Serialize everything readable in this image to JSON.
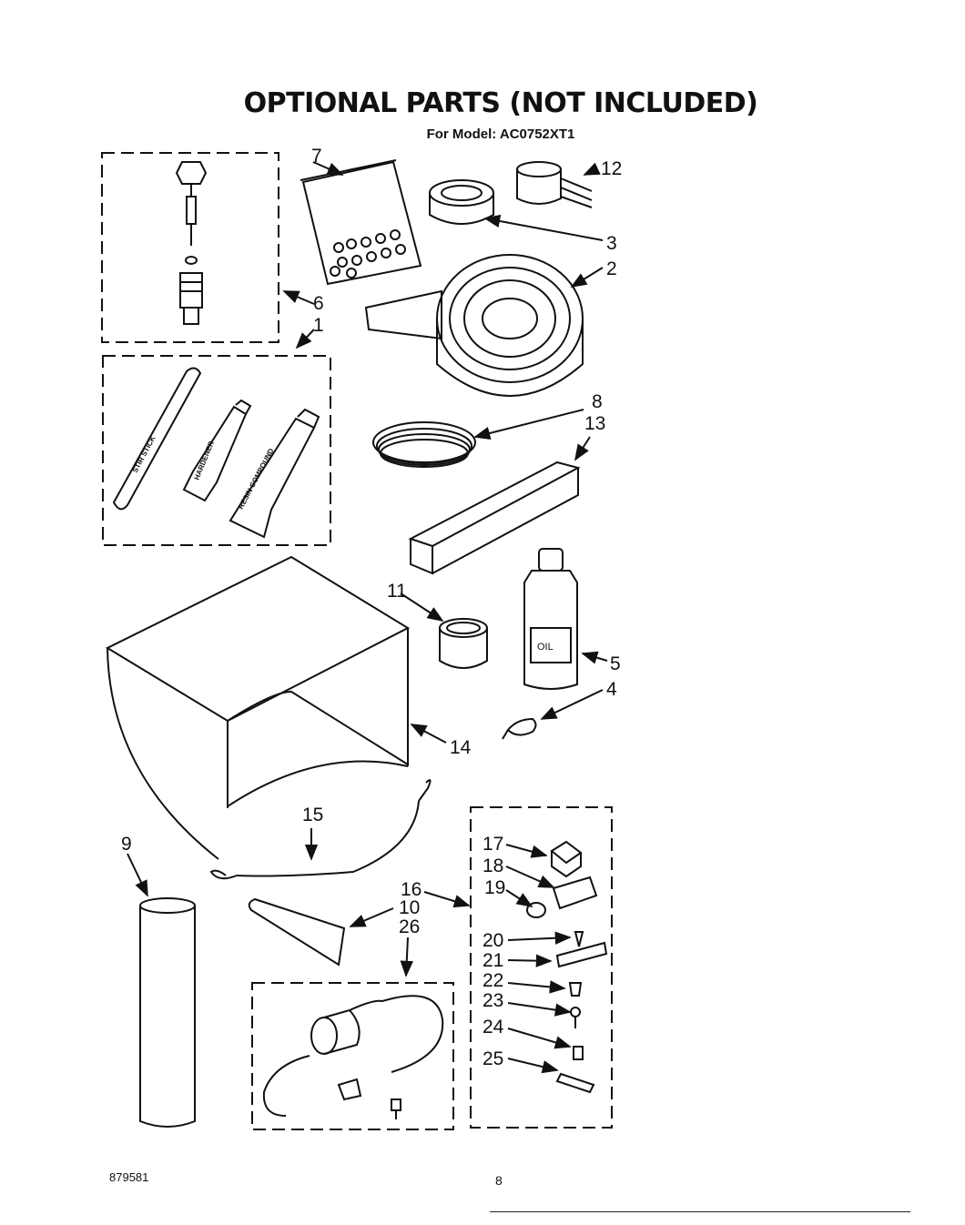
{
  "header": {
    "title": "OPTIONAL PARTS (NOT INCLUDED)",
    "subtitle": "For Model: AC0752XT1"
  },
  "footer": {
    "doc_number": "879581",
    "page_number": "8"
  },
  "product_labels": {
    "stir_stick": "STIR STICK",
    "hardener": "HARDENER",
    "resin_compound": "RESIN COMPOUND",
    "oil": "OIL"
  },
  "callouts": [
    {
      "id": "c1",
      "number": "1"
    },
    {
      "id": "c2",
      "number": "2"
    },
    {
      "id": "c3",
      "number": "3"
    },
    {
      "id": "c4",
      "number": "4"
    },
    {
      "id": "c5",
      "number": "5"
    },
    {
      "id": "c6",
      "number": "6"
    },
    {
      "id": "c7",
      "number": "7"
    },
    {
      "id": "c8",
      "number": "8"
    },
    {
      "id": "c9",
      "number": "9"
    },
    {
      "id": "c10",
      "number": "10"
    },
    {
      "id": "c11",
      "number": "11"
    },
    {
      "id": "c12",
      "number": "12"
    },
    {
      "id": "c13",
      "number": "13"
    },
    {
      "id": "c14",
      "number": "14"
    },
    {
      "id": "c15",
      "number": "15"
    },
    {
      "id": "c16",
      "number": "16"
    },
    {
      "id": "c17",
      "number": "17"
    },
    {
      "id": "c18",
      "number": "18"
    },
    {
      "id": "c19",
      "number": "19"
    },
    {
      "id": "c20",
      "number": "20"
    },
    {
      "id": "c21",
      "number": "21"
    },
    {
      "id": "c22",
      "number": "22"
    },
    {
      "id": "c23",
      "number": "23"
    },
    {
      "id": "c24",
      "number": "24"
    },
    {
      "id": "c25",
      "number": "25"
    },
    {
      "id": "c26",
      "number": "26"
    }
  ]
}
